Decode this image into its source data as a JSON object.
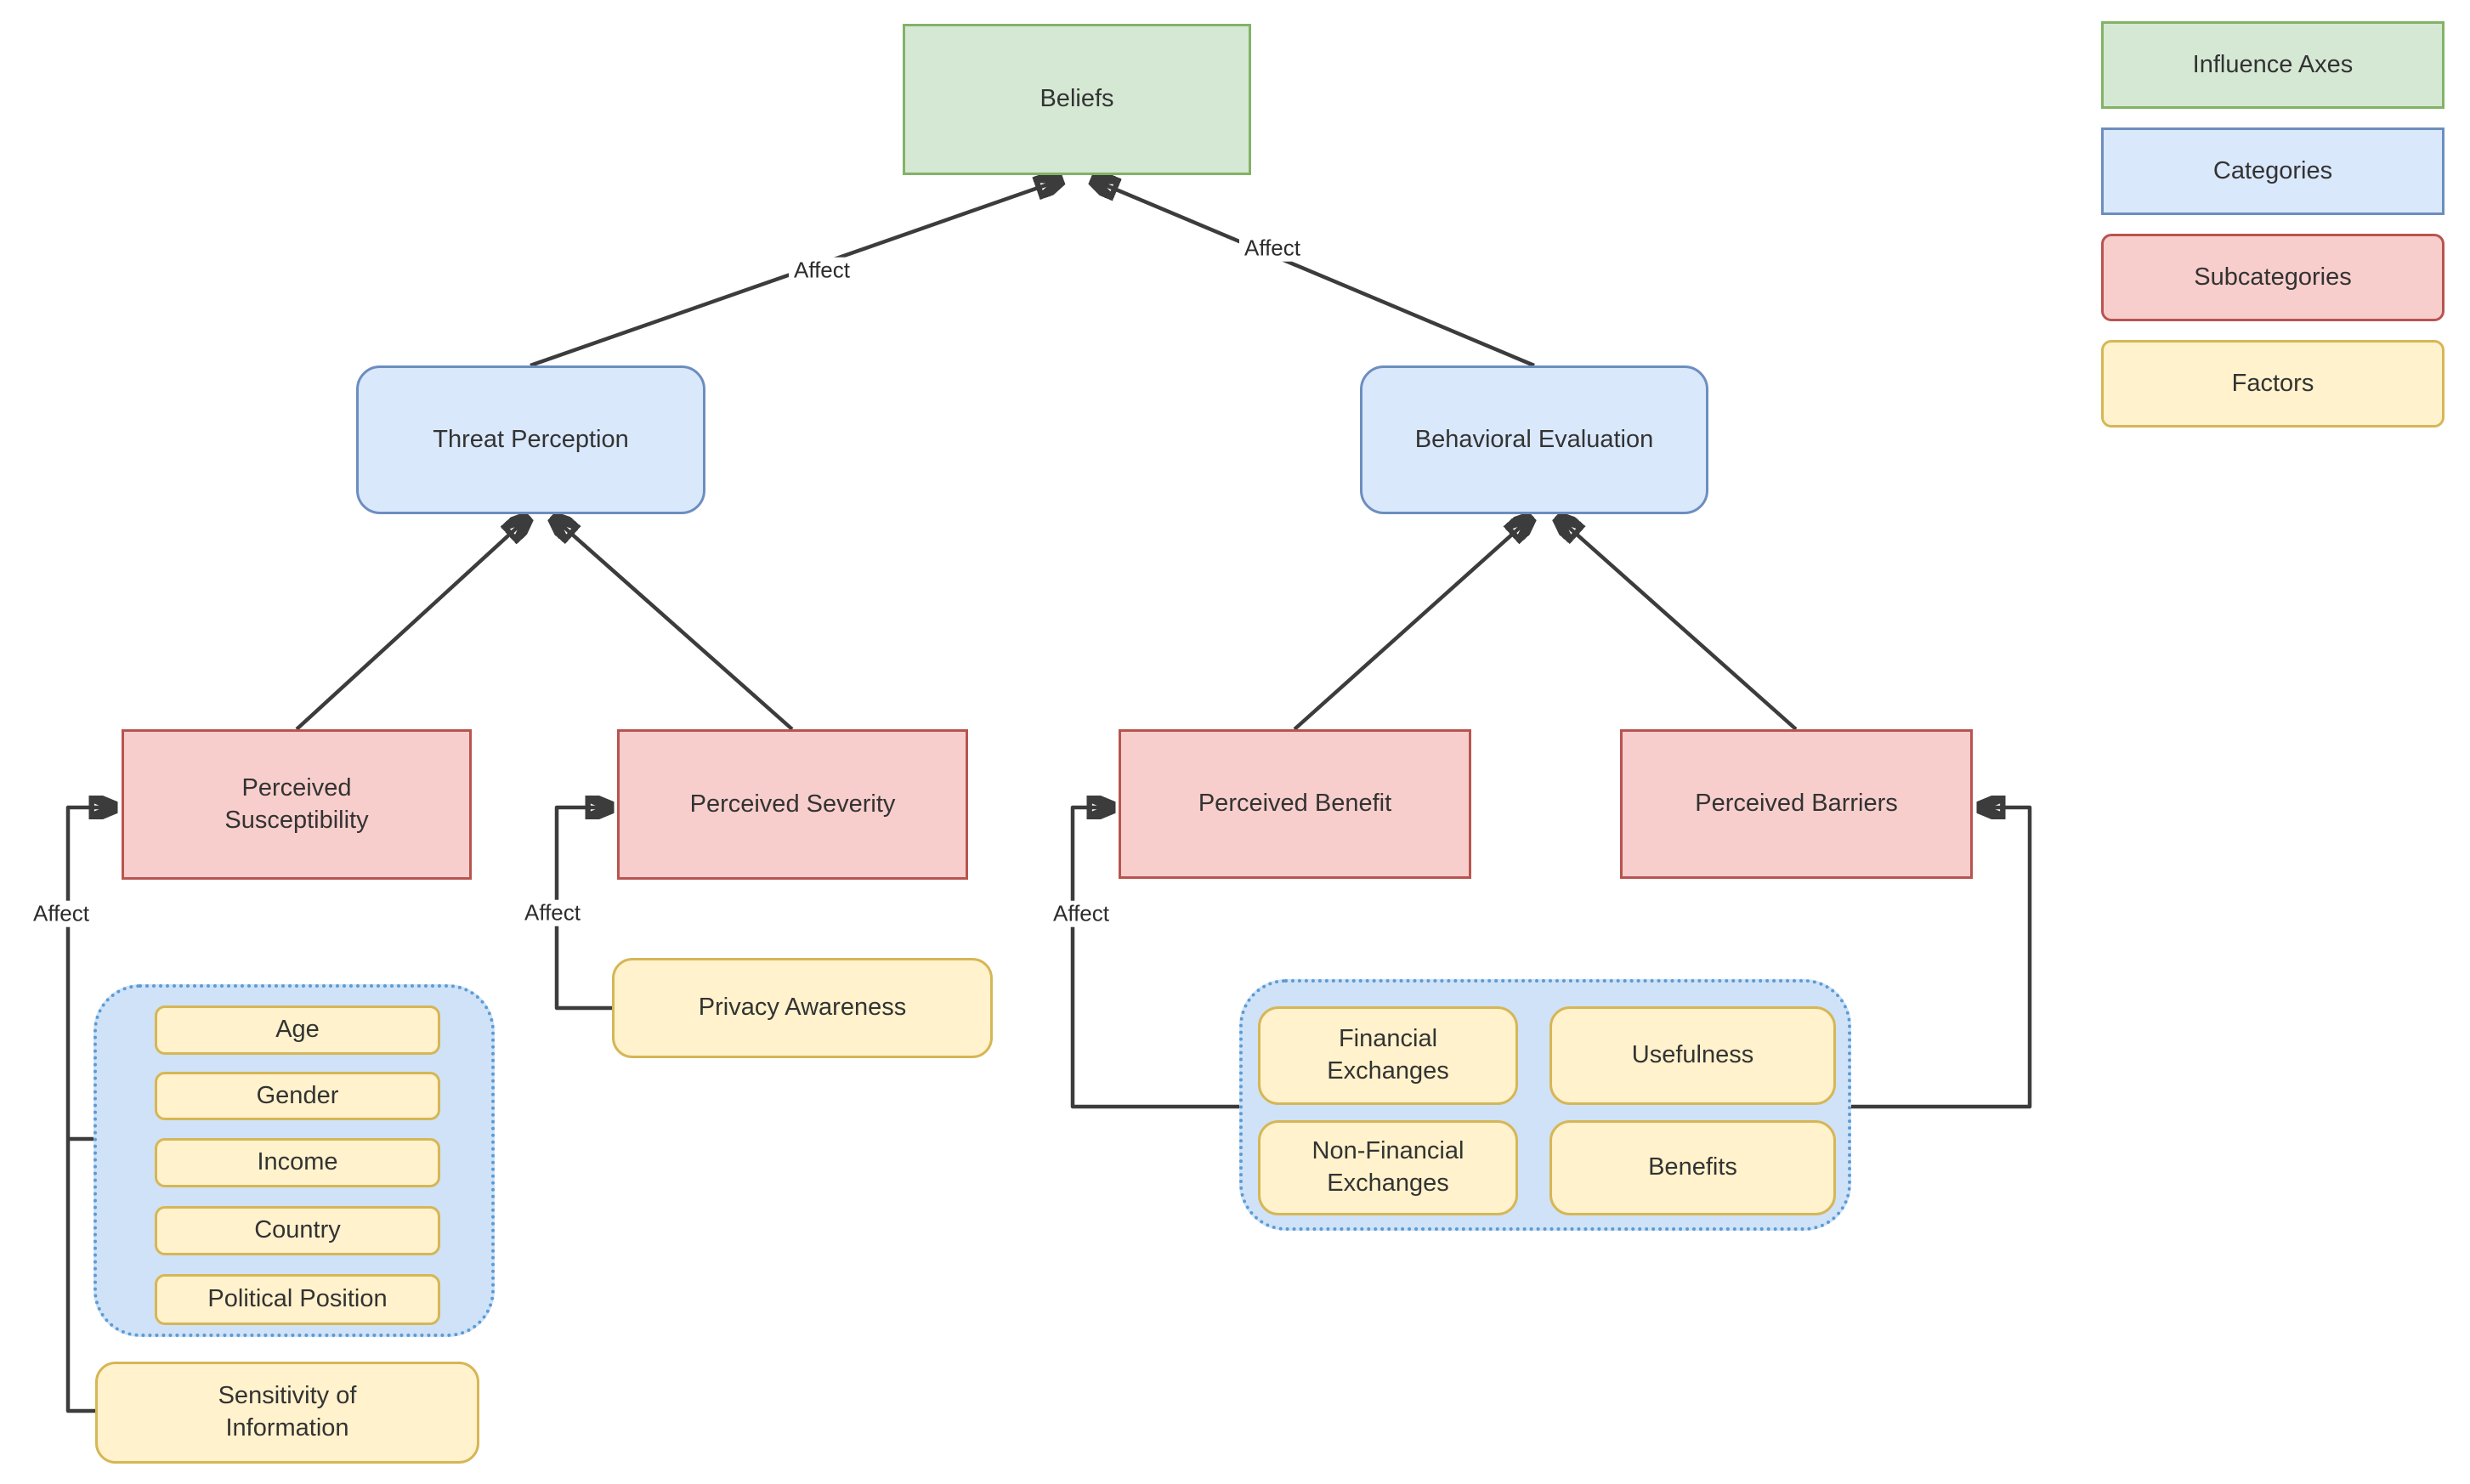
{
  "diagram": {
    "edge_label": "Affect",
    "nodes": {
      "beliefs": {
        "label": "Beliefs"
      },
      "threat_perception": {
        "label": "Threat Perception"
      },
      "behavioral_evaluation": {
        "label": "Behavioral Evaluation"
      },
      "perceived_susceptibility": {
        "label": "Perceived\nSusceptibility"
      },
      "perceived_severity": {
        "label": "Perceived Severity"
      },
      "perceived_benefit": {
        "label": "Perceived Benefit"
      },
      "perceived_barriers": {
        "label": "Perceived Barriers"
      },
      "privacy_awareness": {
        "label": "Privacy Awareness"
      },
      "sensitivity_of_information": {
        "label": "Sensitivity of\nInformation"
      },
      "demographic_factors": {
        "items": [
          "Age",
          "Gender",
          "Income",
          "Country",
          "Political Position"
        ]
      },
      "exchange_factors": {
        "items": [
          "Financial\nExchanges",
          "Usefulness",
          "Non-Financial\nExchanges",
          "Benefits"
        ]
      }
    },
    "legend": {
      "items": [
        {
          "label": "Influence Axes",
          "kind": "influence-axes"
        },
        {
          "label": "Categories",
          "kind": "categories"
        },
        {
          "label": "Subcategories",
          "kind": "subcategories"
        },
        {
          "label": "Factors",
          "kind": "factors"
        }
      ]
    },
    "colors": {
      "influence_axes_fill": "#d5e8d4",
      "influence_axes_stroke": "#82b366",
      "categories_fill": "#dae8fc",
      "categories_stroke": "#6c8ebf",
      "subcategories_fill": "#f8cecc",
      "subcategories_stroke": "#b85450",
      "factors_fill": "#fff2cc",
      "factors_stroke": "#d6b656",
      "factor_group_fill": "#cfe2f7",
      "factor_group_stroke": "#5b9bd5",
      "edge_stroke": "#3c3c3c"
    }
  }
}
